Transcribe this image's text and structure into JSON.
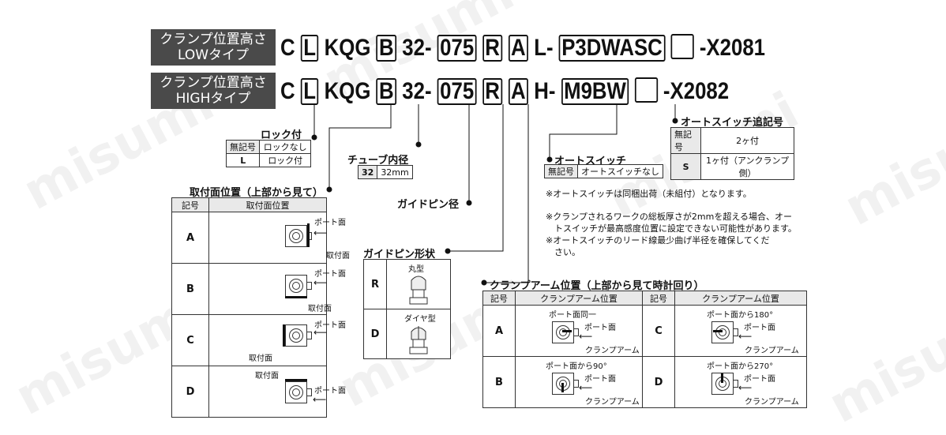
{
  "watermark": "misumi",
  "types": [
    {
      "line1": "クランプ位置高さ",
      "line2": "LOWタイプ"
    },
    {
      "line1": "クランプ位置高さ",
      "line2": "HIGHタイプ"
    }
  ],
  "codes": [
    {
      "c1": "C",
      "b_lock": "L",
      "c2": "KQG",
      "b_mount": "B",
      "c3": "32-",
      "b_pin": "075",
      "b_shape": "R",
      "b_arm": "A",
      "c4": "L-",
      "b_switch": "P3DWASC",
      "suffix": "-X2081"
    },
    {
      "c1": "C",
      "b_lock": "L",
      "c2": "KQG",
      "b_mount": "B",
      "c3": "32-",
      "b_pin": "075",
      "b_shape": "R",
      "b_arm": "A",
      "c4": "H-",
      "b_switch": "M9BW",
      "suffix": "-X2082"
    }
  ],
  "lock": {
    "title": "ロック付",
    "rows": [
      [
        "無記号",
        "ロックなし"
      ],
      [
        "L",
        "ロック付"
      ]
    ]
  },
  "tube": {
    "title": "チューブ内径",
    "rows": [
      [
        "32",
        "32mm"
      ]
    ]
  },
  "guide_pin_dia": {
    "title": "ガイドピン径"
  },
  "mount": {
    "title": "取付面位置（上部から見て）",
    "header": [
      "記号",
      "取付面位置"
    ],
    "rows": [
      {
        "sym": "A",
        "port": "ポート面",
        "mount": "取付面"
      },
      {
        "sym": "B",
        "port": "ポート面",
        "mount": "取付面"
      },
      {
        "sym": "C",
        "port": "ポート面",
        "mount": "取付面"
      },
      {
        "sym": "D",
        "port": "ポート面",
        "mount": "取付面"
      }
    ]
  },
  "pin_shape": {
    "title": "ガイドピン形状",
    "rows": [
      {
        "sym": "R",
        "label": "丸型"
      },
      {
        "sym": "D",
        "label": "ダイヤ型"
      }
    ]
  },
  "auto_switch": {
    "title": "オートスイッチ",
    "rows": [
      [
        "無記号",
        "オートスイッチなし"
      ]
    ]
  },
  "auto_switch_suffix": {
    "title": "オートスイッチ追記号",
    "rows": [
      [
        "無記号",
        "2ヶ付"
      ],
      [
        "S",
        "1ヶ付（アンクランプ側）"
      ]
    ]
  },
  "notes": [
    "※オートスイッチは同梱出荷（未組付）となります。",
    "※クランプされるワークの総板厚さが2mmを超える場合、オー",
    "　トスイッチが最高感度位置に設定できない可能性があります。",
    "※オートスイッチのリード線最少曲げ半径を確保してくだ",
    "　さい。"
  ],
  "arm": {
    "title": "クランプアーム位置（上部から見て時計回り）",
    "header": [
      "記号",
      "クランプアーム位置",
      "記号",
      "クランプアーム位置"
    ],
    "cells": [
      {
        "sym": "A",
        "caption": "ポート面同一",
        "port": "ポート面",
        "arm": "クランプアーム"
      },
      {
        "sym": "C",
        "caption": "ポート面から180°",
        "port": "ポート面",
        "arm": "クランプアーム"
      },
      {
        "sym": "B",
        "caption": "ポート面から90°",
        "port": "ポート面",
        "arm": "クランプアーム"
      },
      {
        "sym": "D",
        "caption": "ポート面から270°",
        "port": "ポート面",
        "arm": "クランプアーム"
      }
    ]
  }
}
